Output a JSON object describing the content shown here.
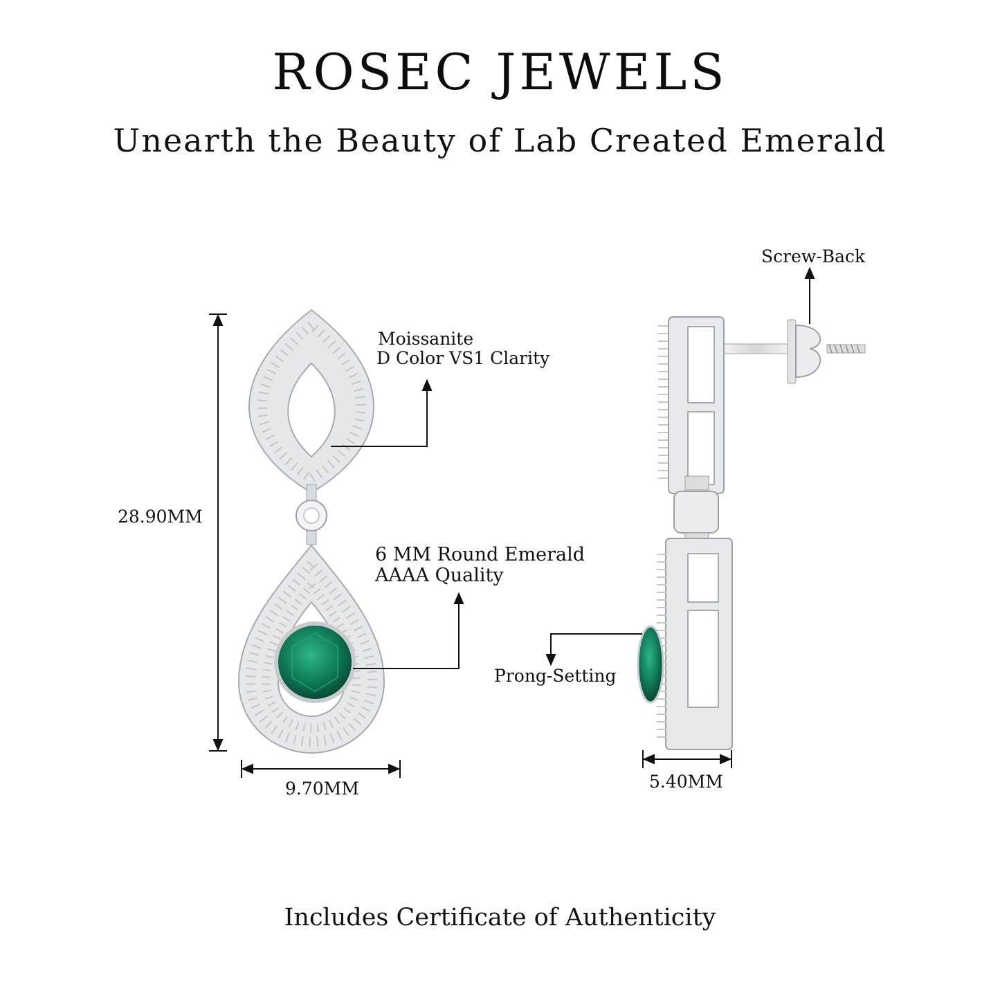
{
  "header": {
    "brand": "ROSEC JEWELS",
    "tagline": "Unearth the Beauty of Lab Created Emerald"
  },
  "front_view": {
    "height_label": "28.90MM",
    "width_label": "9.70MM",
    "moissanite": {
      "line1": "Moissanite",
      "line2": "D Color VS1 Clarity"
    },
    "emerald": {
      "line1": "6 MM Round  Emerald",
      "line2": "AAAA Quality"
    }
  },
  "side_view": {
    "screw_back_label": "Screw-Back",
    "prong_setting_label": "Prong-Setting",
    "width_label": "5.40MM"
  },
  "footer": {
    "text": "Includes Certificate of Authenticity"
  },
  "colors": {
    "metal": "#e9e9ec",
    "metal_dark": "#b9bac0",
    "stone": "#f7f7fa",
    "emerald": "#0e7a58",
    "emerald_dark": "#06503a",
    "line": "#111111"
  }
}
